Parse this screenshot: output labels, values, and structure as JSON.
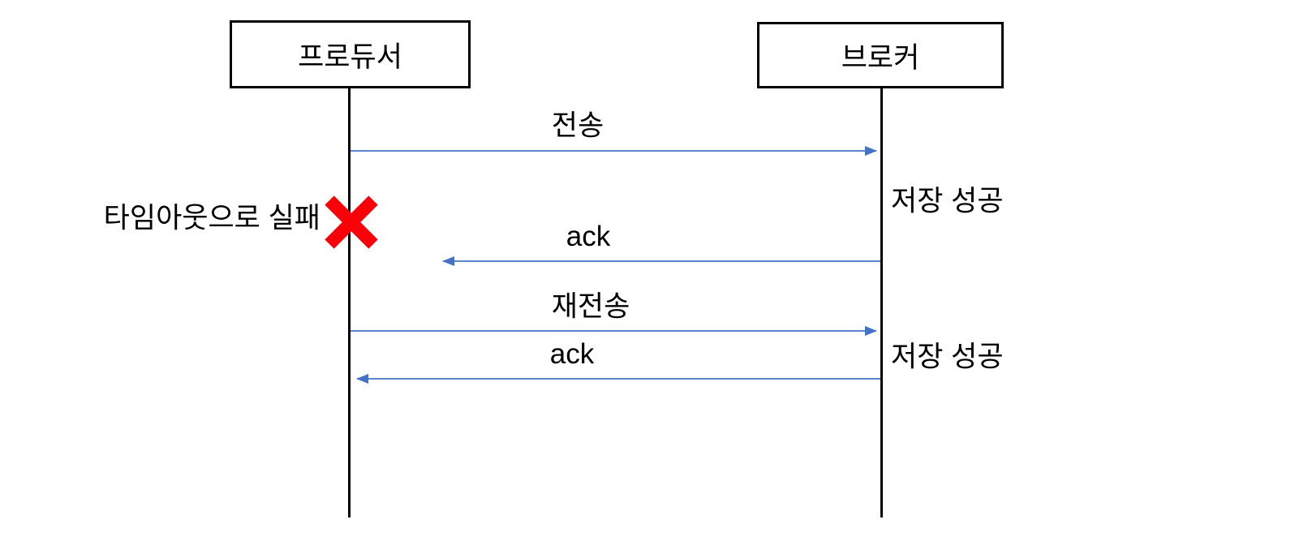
{
  "diagram": {
    "type": "sequence-diagram",
    "actors": [
      {
        "id": "producer",
        "label": "프로듀서"
      },
      {
        "id": "broker",
        "label": "브로커"
      }
    ],
    "messages": [
      {
        "label": "전송",
        "from": "프로듀서",
        "to": "브로커",
        "delivered": true
      },
      {
        "label": "ack",
        "from": "브로커",
        "to": "프로듀서",
        "delivered": false
      },
      {
        "label": "재전송",
        "from": "프로듀서",
        "to": "브로커",
        "delivered": true
      },
      {
        "label": "ack",
        "from": "브로커",
        "to": "프로듀서",
        "delivered": true
      }
    ],
    "annotations": [
      {
        "label": "저장 성공",
        "position": "broker-right-upper"
      },
      {
        "label": "타임아웃으로 실패",
        "position": "producer-left"
      },
      {
        "label": "저장 성공",
        "position": "broker-right-lower"
      }
    ],
    "icons": {
      "failure": "red-x-icon"
    },
    "colors": {
      "arrow": "#4472C4",
      "failure_x": "#FA0009",
      "lifeline": "#000000",
      "background": "#FFFFFF",
      "text": "#000000"
    }
  }
}
